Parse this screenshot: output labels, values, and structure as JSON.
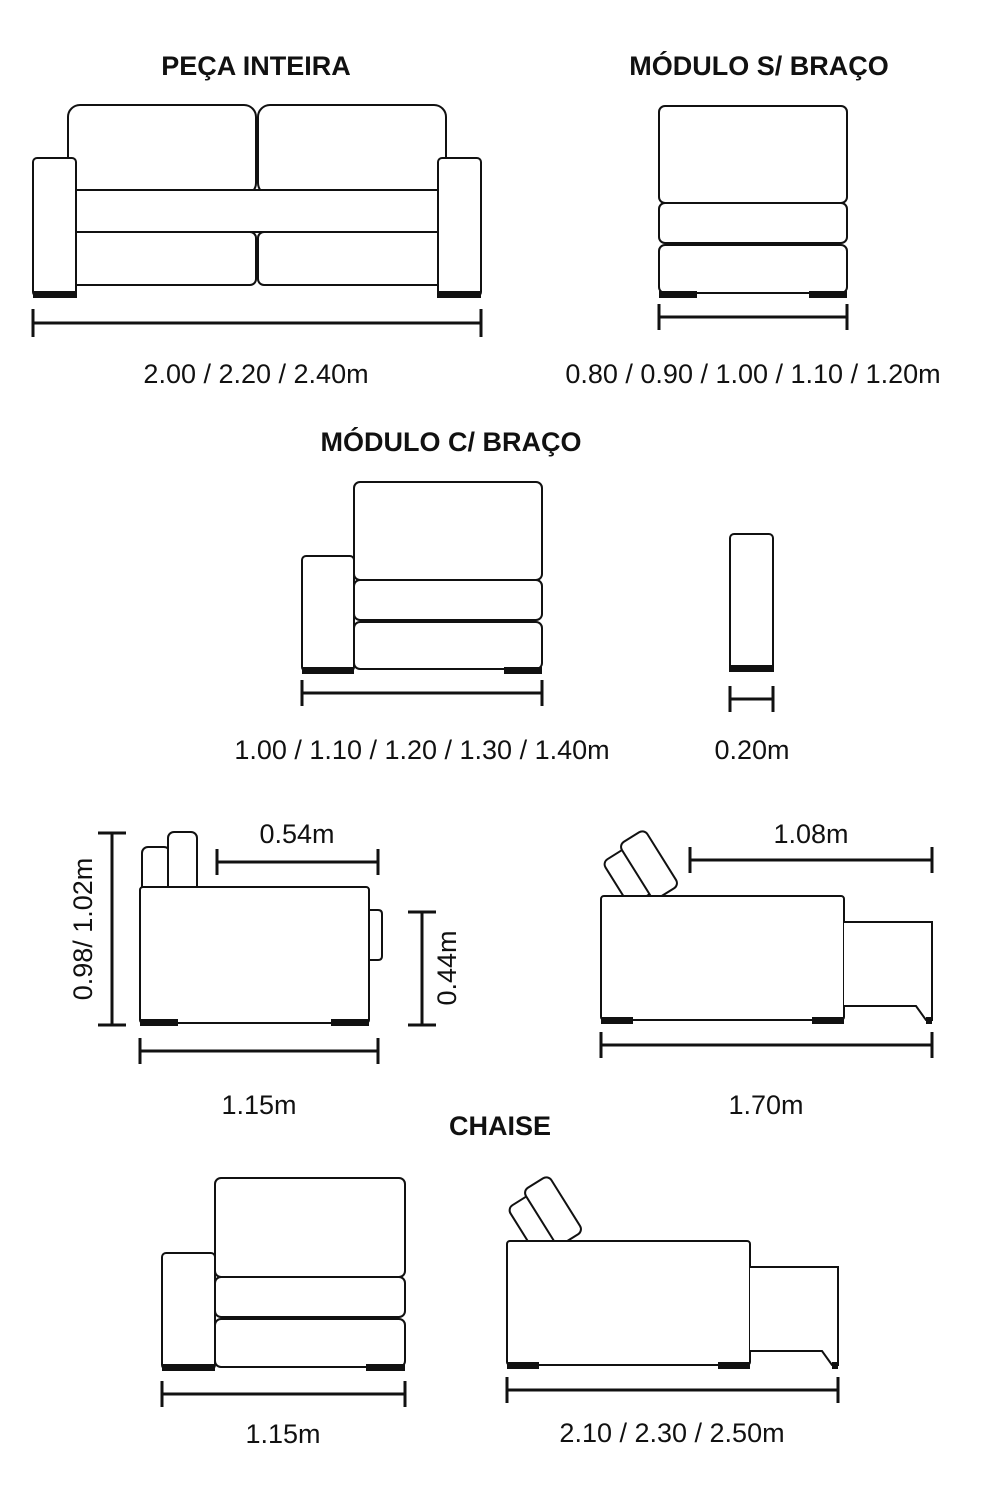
{
  "titles": {
    "peca_inteira": "PEÇA INTEIRA",
    "modulo_sem_braco": "MÓDULO S/ BRAÇO",
    "modulo_com_braco": "MÓDULO C/ BRAÇO",
    "chaise": "CHAISE"
  },
  "dimensions": {
    "peca_inteira_width": "2.00 / 2.20 / 2.40m",
    "modulo_sem_braco_width": "0.80 / 0.90 / 1.00 / 1.10 / 1.20m",
    "modulo_com_braco_width": "1.00 / 1.10 / 1.20 / 1.30 / 1.40m",
    "arm_width": "0.20m",
    "side_height": "0.98/ 1.02m",
    "side_top_depth": "0.54m",
    "seat_height": "0.44m",
    "side_depth": "1.15m",
    "recline_top_depth": "1.08m",
    "recline_depth": "1.70m",
    "chaise_width": "1.15m",
    "chaise_length": "2.10 / 2.30 / 2.50m"
  },
  "colors": {
    "line": "#111111",
    "background": "#ffffff"
  }
}
